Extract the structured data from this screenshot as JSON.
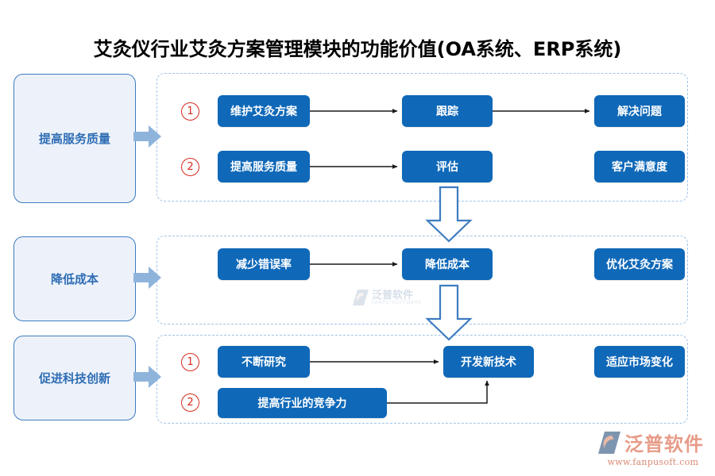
{
  "title": "艾灸仪行业艾灸方案管理模块的功能价值(OA系统、ERP系统)",
  "colors": {
    "node_blue": "#0F68B8",
    "category_border": "#3E7CC0",
    "category_fill": "#EDF2FA",
    "category_text": "#2E6DB4",
    "section_dash": "#9FC3E8",
    "fat_arrow": "#8FB4DC",
    "circle_number_red": "#D52B1E",
    "connector_black": "#1A1A1A",
    "big_arrow_stroke": "#3E7CC0",
    "logo_salmon": "#E79C88"
  },
  "categories": [
    {
      "label": "提高服务质量"
    },
    {
      "label": "降低成本"
    },
    {
      "label": "促进科技创新"
    }
  ],
  "sections": [
    {
      "name": "提高服务质量",
      "markers": [
        "1",
        "2"
      ],
      "nodes": [
        {
          "label": "维护艾灸方案"
        },
        {
          "label": "跟踪"
        },
        {
          "label": "解决问题"
        },
        {
          "label": "提高服务质量"
        },
        {
          "label": "评估"
        },
        {
          "label": "客户满意度"
        }
      ]
    },
    {
      "name": "降低成本",
      "markers": [],
      "nodes": [
        {
          "label": "减少错误率"
        },
        {
          "label": "降低成本"
        },
        {
          "label": "优化艾灸方案"
        }
      ]
    },
    {
      "name": "促进科技创新",
      "markers": [
        "1",
        "2"
      ],
      "nodes": [
        {
          "label": "不断研究"
        },
        {
          "label": "开发新技术"
        },
        {
          "label": "适应市场变化"
        },
        {
          "label": "提高行业的竞争力"
        }
      ]
    }
  ],
  "watermark": {
    "cn": "泛普软件",
    "en": "FANPU SOFTWARE"
  },
  "logo": {
    "cn": "泛普软件",
    "url": "www.fanpusoft.com"
  }
}
